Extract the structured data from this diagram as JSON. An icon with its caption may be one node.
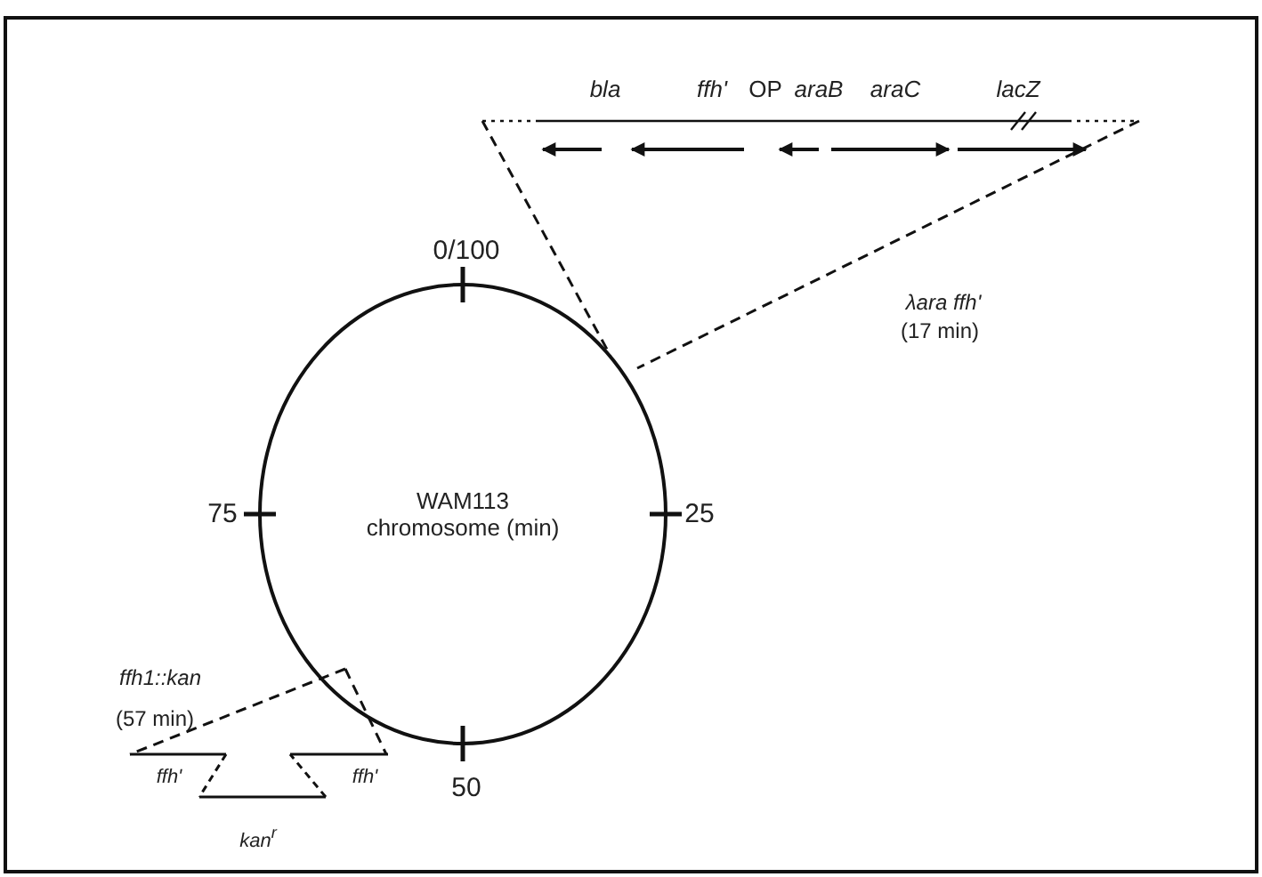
{
  "diagram": {
    "nodes": [
      {
        "text": [
          "WAM113 chromosome (min)"
        ]
      }
    ],
    "labels": [
      "bla",
      "ffh'",
      "OP",
      "araB",
      "araC",
      "lacZ",
      "0/100",
      "75",
      "25",
      "λara ffh'",
      "(17 min)",
      "ffh1::kan",
      "(57 min)",
      "50",
      "ffh'",
      "ffh'",
      "kan$^{r}$"
    ]
  }
}
